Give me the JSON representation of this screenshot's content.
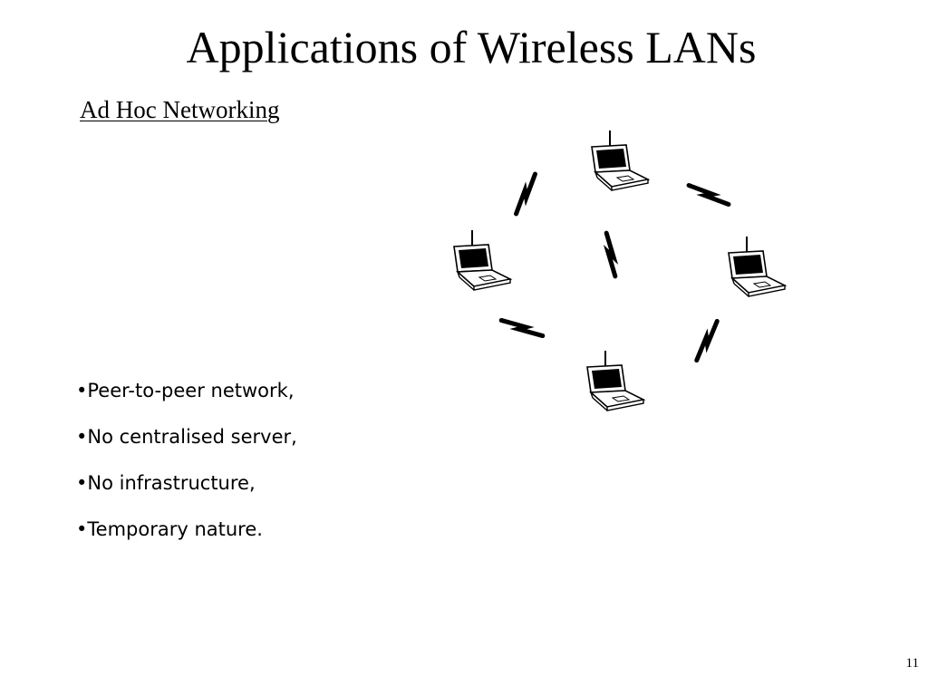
{
  "slide": {
    "title": "Applications of Wireless LANs",
    "subtitle": "Ad Hoc Networking",
    "bullets": [
      "•Peer-to-peer network,",
      "•No centralised server,",
      "•No infrastructure,",
      "•Temporary nature."
    ],
    "page_number": "11"
  },
  "diagram": {
    "nodes": [
      {
        "id": "laptop-top",
        "icon": "laptop-icon"
      },
      {
        "id": "laptop-left",
        "icon": "laptop-icon"
      },
      {
        "id": "laptop-right",
        "icon": "laptop-icon"
      },
      {
        "id": "laptop-bottom",
        "icon": "laptop-icon"
      }
    ],
    "links": [
      {
        "from": "laptop-top",
        "to": "laptop-left",
        "icon": "wireless-link-icon"
      },
      {
        "from": "laptop-top",
        "to": "laptop-right",
        "icon": "wireless-link-icon"
      },
      {
        "from": "laptop-left",
        "to": "laptop-bottom",
        "icon": "wireless-link-icon"
      },
      {
        "from": "laptop-right",
        "to": "laptop-bottom",
        "icon": "wireless-link-icon"
      },
      {
        "from": "laptop-top",
        "to": "laptop-bottom",
        "icon": "wireless-link-icon"
      }
    ]
  }
}
